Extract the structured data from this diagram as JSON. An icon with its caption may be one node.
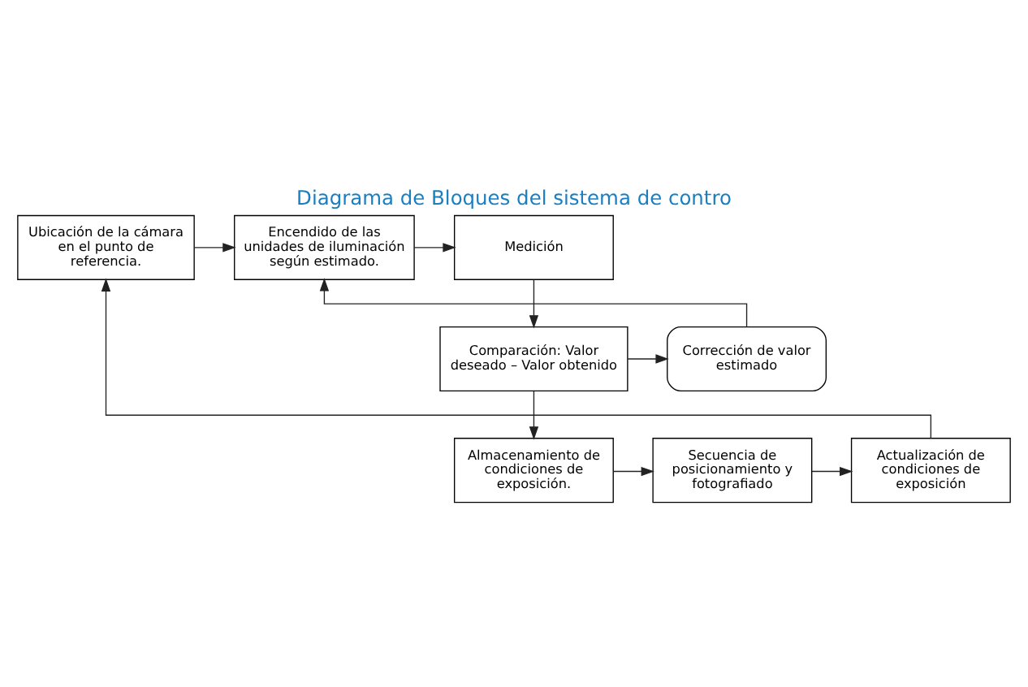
{
  "diagram": {
    "title": "Diagrama de Bloques del sistema de contro",
    "nodes": [
      {
        "text": [
          "Ubicación de la cámara en el punto de referencia."
        ]
      },
      {
        "text": [
          "Encendido de las unidades de iluminación según estimado."
        ]
      },
      {
        "text": [
          "Medición"
        ]
      },
      {
        "text": [
          "Comparación: Valor deseado – Valor obtenido"
        ]
      },
      {
        "text": [
          "Corrección de valor estimado"
        ]
      },
      {
        "text": [
          "Almacenamiento de condiciones de exposición."
        ]
      },
      {
        "text": [
          "Secuencia de posicionamiento y fotografiado"
        ]
      },
      {
        "text": [
          "Actualización de condiciones de exposición"
        ]
      }
    ],
    "edges": [
      {
        "from": 0,
        "to": 1,
        "arrow": "to"
      },
      {
        "from": 1,
        "to": 2,
        "arrow": "to"
      },
      {
        "from": 2,
        "to": 3,
        "arrow": "to"
      },
      {
        "from": 3,
        "to": 4,
        "arrow": "to"
      },
      {
        "from": 4,
        "to": 1,
        "arrow": "to"
      },
      {
        "from": 3,
        "to": 5,
        "arrow": "to"
      },
      {
        "from": 5,
        "to": 6,
        "arrow": "to"
      },
      {
        "from": 6,
        "to": 7,
        "arrow": "to"
      },
      {
        "from": 7,
        "to": 0,
        "arrow": "to"
      }
    ]
  }
}
